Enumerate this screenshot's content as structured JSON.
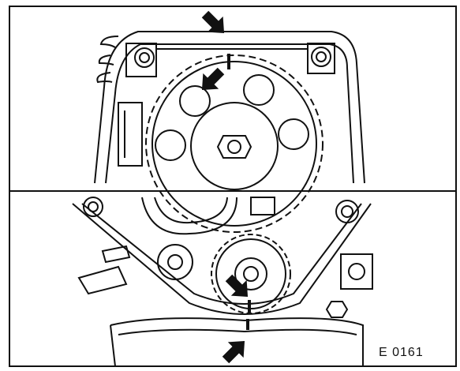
{
  "figure": {
    "code": "E 0161",
    "panels": [
      {
        "name": "camshaft-sprocket-view",
        "marks": 2
      },
      {
        "name": "crankshaft-sprocket-view",
        "marks": 2
      }
    ],
    "colors": {
      "ink": "#111111",
      "paper": "#ffffff"
    },
    "icons": [
      "arrow-icon"
    ]
  }
}
